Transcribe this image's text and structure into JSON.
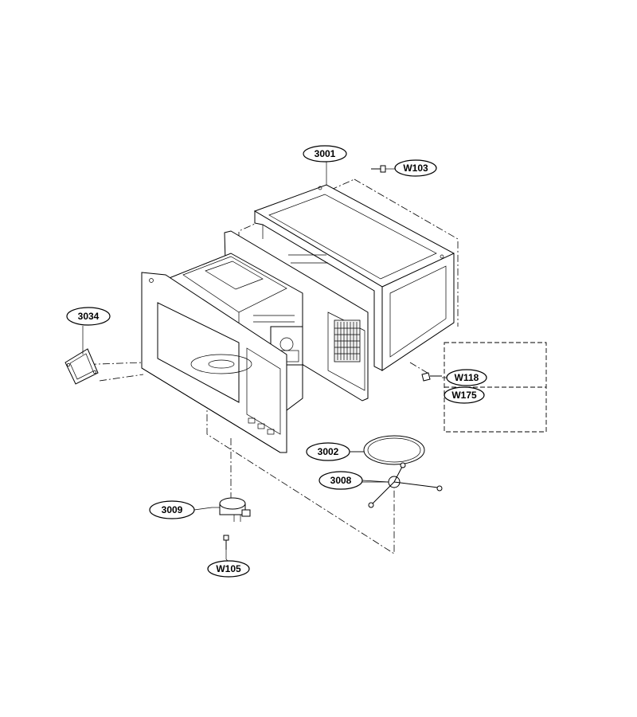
{
  "labels": {
    "cabinet": "3001",
    "screw_top": "W103",
    "shield": "3034",
    "screw_right_a": "W118",
    "screw_right_b": "W175",
    "tray_ring": "3002",
    "roller_coupler": "3008",
    "motor": "3009",
    "screw_bottom": "W105"
  }
}
